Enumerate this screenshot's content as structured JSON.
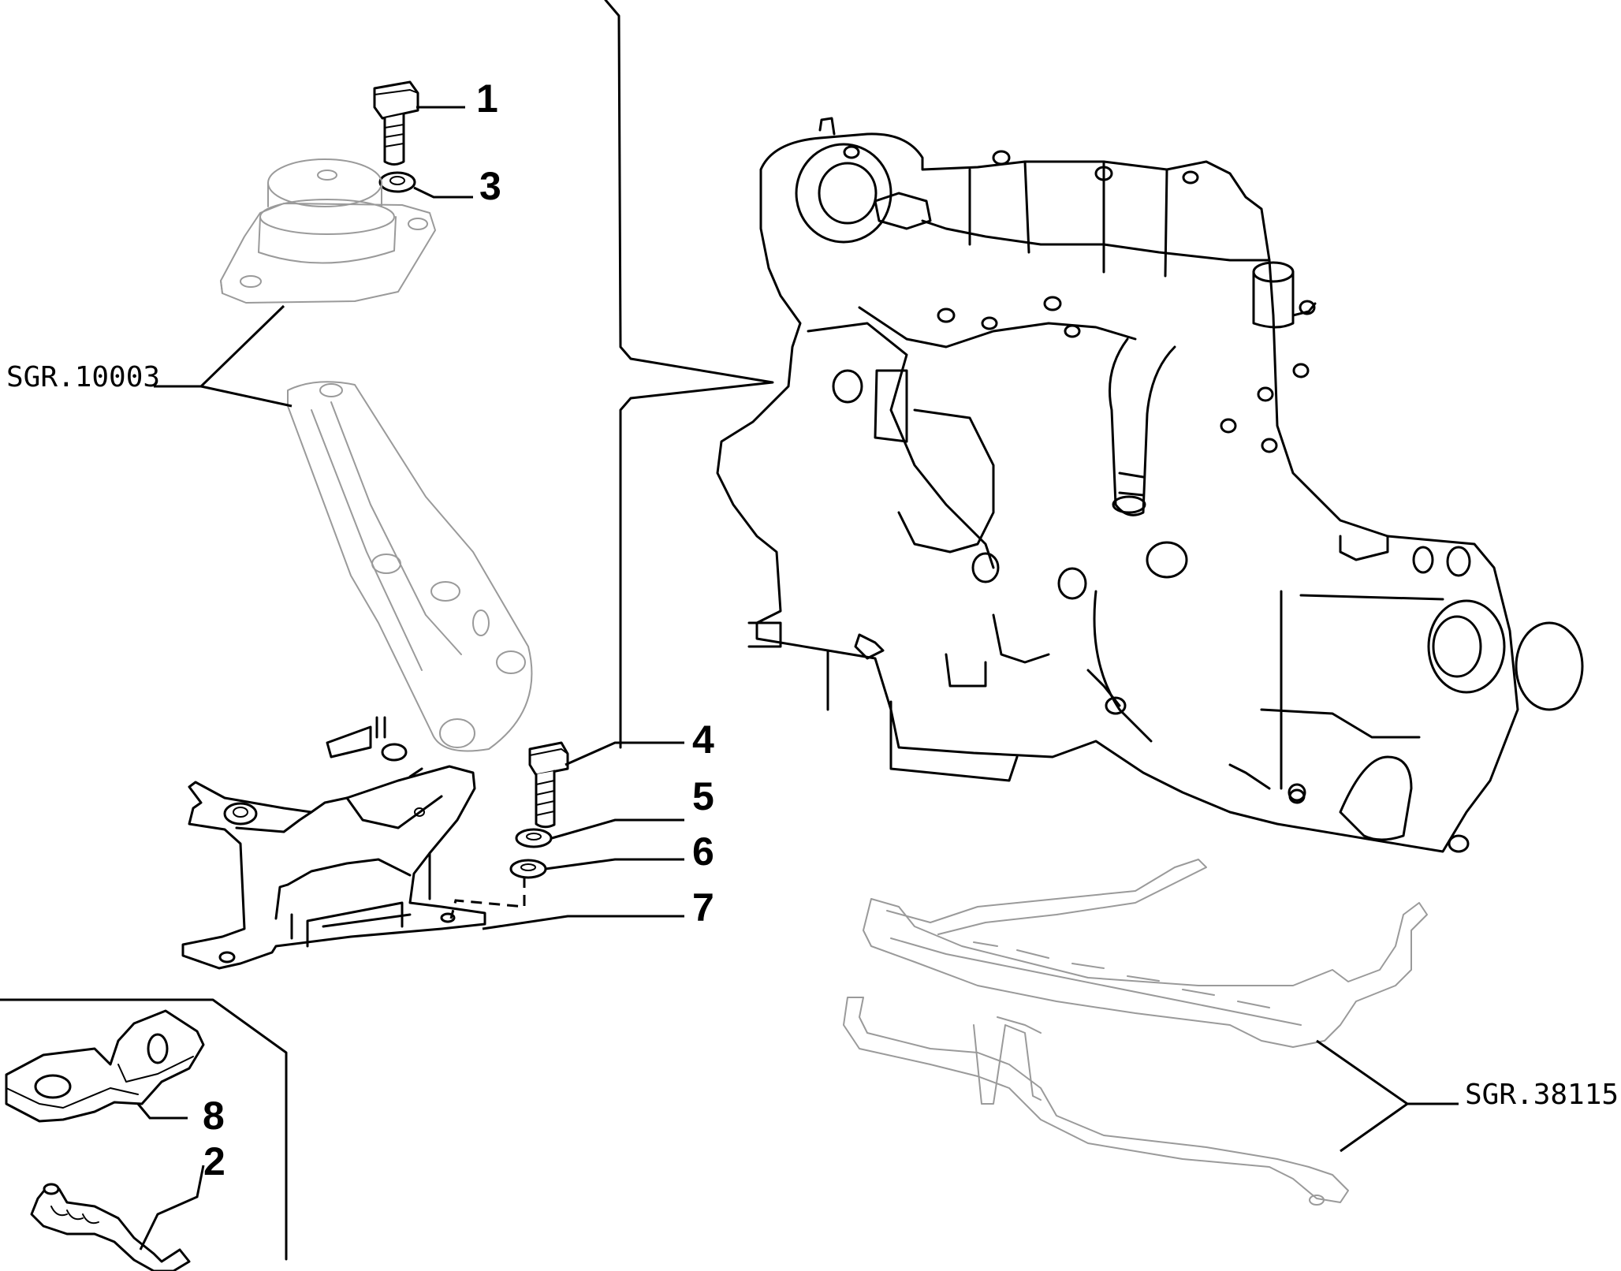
{
  "callouts": [
    {
      "id": "1",
      "label": "1"
    },
    {
      "id": "3",
      "label": "3"
    },
    {
      "id": "4",
      "label": "4"
    },
    {
      "id": "5",
      "label": "5"
    },
    {
      "id": "6",
      "label": "6"
    },
    {
      "id": "7",
      "label": "7"
    },
    {
      "id": "8",
      "label": "8"
    },
    {
      "id": "2",
      "label": "2"
    }
  ],
  "references": {
    "left": "SGR.10003",
    "right": "SGR.38115"
  },
  "colors": {
    "ink": "#000000",
    "ghost_outline": "#9a9a9a",
    "background": "#ffffff"
  }
}
